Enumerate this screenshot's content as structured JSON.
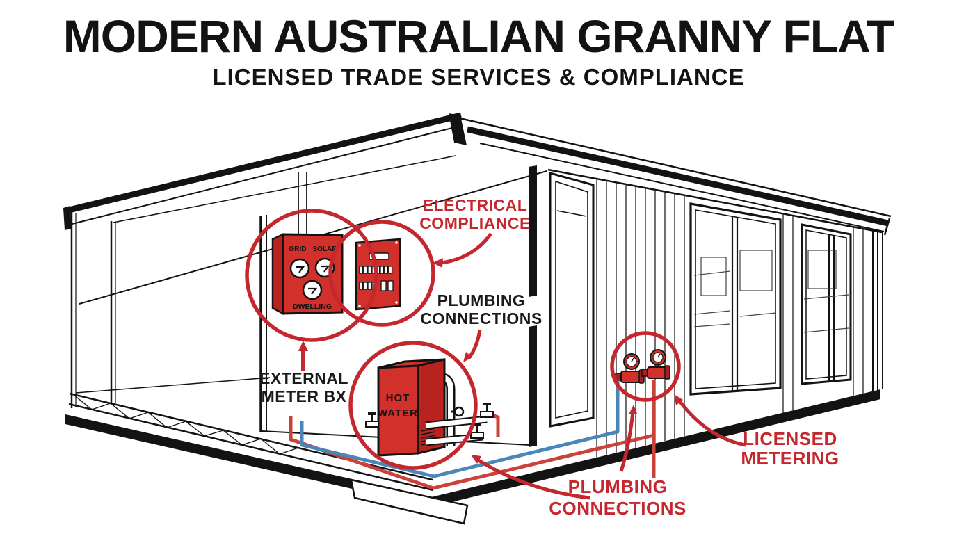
{
  "header": {
    "title": "MODERN AUSTRALIAN GRANNY FLAT",
    "subtitle": "LICENSED TRADE SERVICES & COMPLIANCE"
  },
  "annotations": {
    "electrical_compliance": {
      "line1": "ELECTRICAL",
      "line2": "COMPLIANCE"
    },
    "plumbing_connections_upper": {
      "line1": "PLUMBING",
      "line2": "CONNECTIONS"
    },
    "external_meter_box": {
      "line1": "EXTERNAL",
      "line2": "METER BX"
    },
    "licensed_metering": {
      "line1": "LICENSED",
      "line2": "METERING"
    },
    "plumbing_connections_lower": {
      "line1": "PLUMBING",
      "line2": "CONNECTIONS"
    }
  },
  "equipment": {
    "meter_box": {
      "grid_label": "GRID",
      "solar_label": "SOLAR",
      "dwelling_label": "DWELLING"
    },
    "hot_water": {
      "line1": "HOT",
      "line2": "WATER"
    }
  },
  "colors": {
    "accent_red": "#c5272e",
    "equipment_red": "#d2302b",
    "pipe_red": "#cb423b",
    "pipe_blue": "#4a86b8",
    "ink_black": "#131313"
  }
}
